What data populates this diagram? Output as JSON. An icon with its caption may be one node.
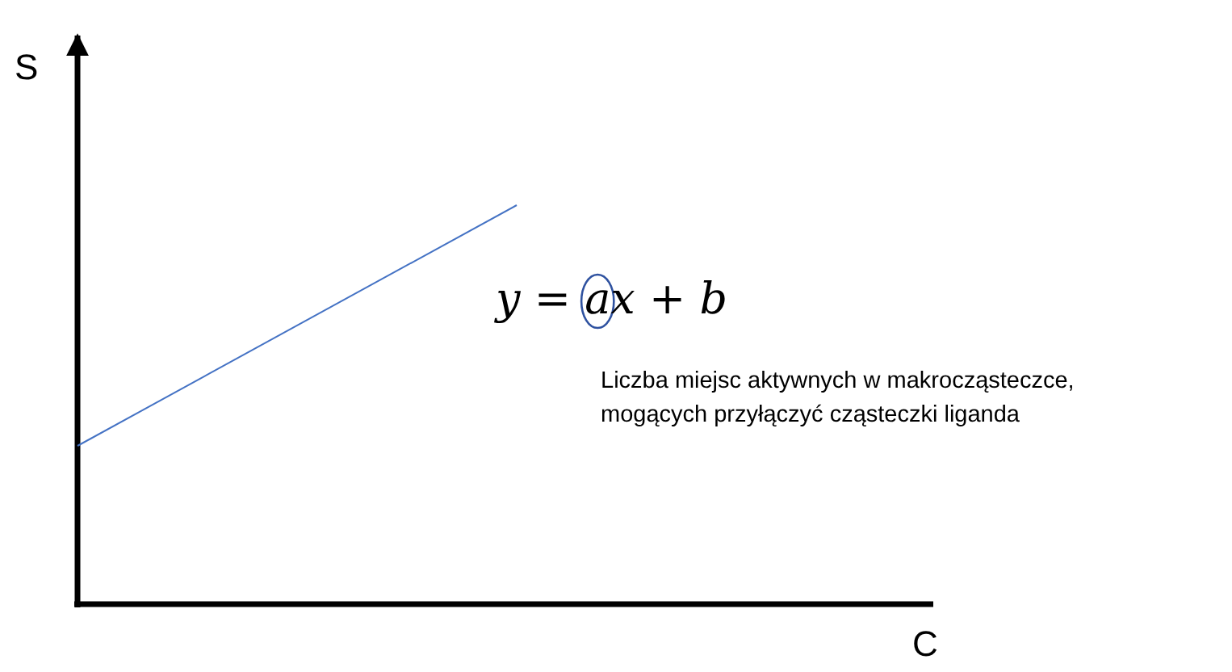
{
  "diagram": {
    "labels": [
      "S",
      "*y* = *ax* + *b*",
      "Liczba miejsc aktywnych w makrocząsteczce, mogących przyłączyć cząsteczki liganda",
      "C"
    ]
  }
}
